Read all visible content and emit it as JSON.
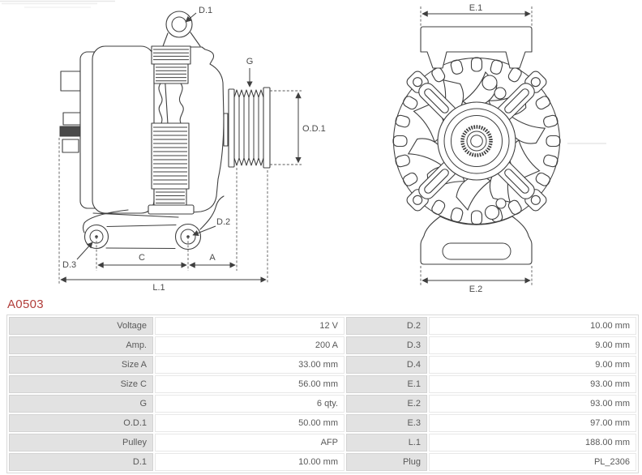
{
  "part_number": "A0503",
  "colors": {
    "part_number_red": "#b13d3a",
    "drawing_line": "#3f3f3f",
    "label_cell_bg": "#e2e2e2"
  },
  "diagram": {
    "side_view_labels": {
      "d1": "D.1",
      "g": "G",
      "od1": "O.D.1",
      "d2": "D.2",
      "d3": "D.3",
      "c": "C",
      "a": "A",
      "l1": "L.1"
    },
    "rear_view_labels": {
      "e1": "E.1",
      "e2": "E.2"
    }
  },
  "table": {
    "rows": [
      {
        "l1": "Voltage",
        "v1": "12 V",
        "l2": "D.2",
        "v2": "10.00 mm"
      },
      {
        "l1": "Amp.",
        "v1": "200 A",
        "l2": "D.3",
        "v2": "9.00 mm"
      },
      {
        "l1": "Size A",
        "v1": "33.00 mm",
        "l2": "D.4",
        "v2": "9.00 mm"
      },
      {
        "l1": "Size C",
        "v1": "56.00 mm",
        "l2": "E.1",
        "v2": "93.00 mm"
      },
      {
        "l1": "G",
        "v1": "6 qty.",
        "l2": "E.2",
        "v2": "93.00 mm"
      },
      {
        "l1": "O.D.1",
        "v1": "50.00 mm",
        "l2": "E.3",
        "v2": "97.00 mm"
      },
      {
        "l1": "Pulley",
        "v1": "AFP",
        "l2": "L.1",
        "v2": "188.00 mm"
      },
      {
        "l1": "D.1",
        "v1": "10.00 mm",
        "l2": "Plug",
        "v2": "PL_2306"
      }
    ]
  }
}
